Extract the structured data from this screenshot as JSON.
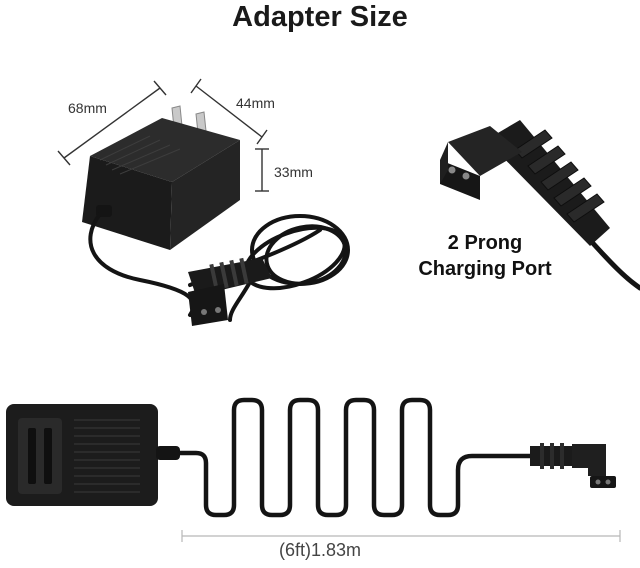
{
  "title": "Adapter Size",
  "dimensions": {
    "length": "68mm",
    "width": "44mm",
    "height": "33mm"
  },
  "port_callout": {
    "line1": "2 Prong",
    "line2": "Charging Port"
  },
  "cable_length": "(6ft)1.83m",
  "colors": {
    "adapter_body": "#1f1f1f",
    "prongs": "#bfbfbf",
    "cable": "#141414",
    "dimension_line": "#333333"
  }
}
